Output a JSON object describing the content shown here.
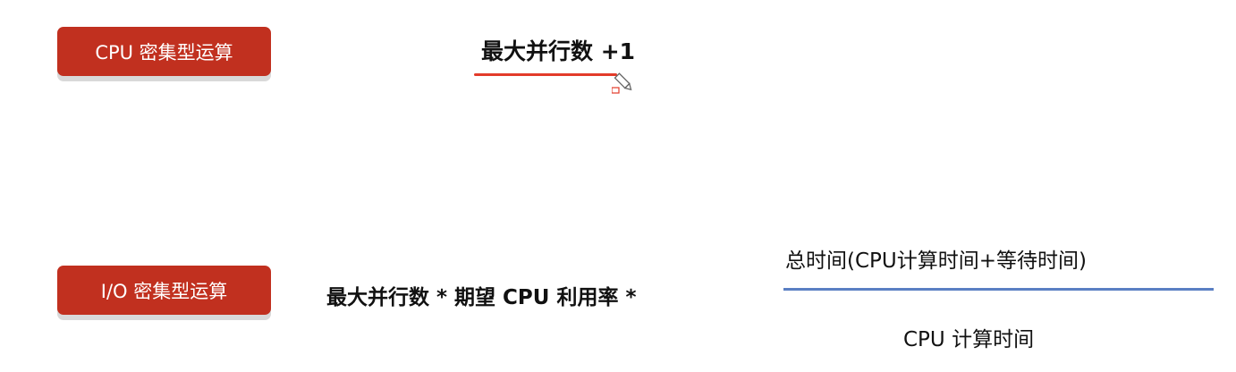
{
  "cpu_section": {
    "label": "CPU 密集型运算",
    "formula": "最大并行数 +1"
  },
  "io_section": {
    "label": "I/O 密集型运算",
    "formula": "最大并行数 * 期望 CPU 利用率 *",
    "numerator": "总时间(CPU计算时间+等待时间)",
    "denominator": "CPU 计算时间"
  },
  "colors": {
    "button": "#c1301f",
    "underline": "#e33b2a",
    "fraction_line": "#5a7fc3"
  }
}
